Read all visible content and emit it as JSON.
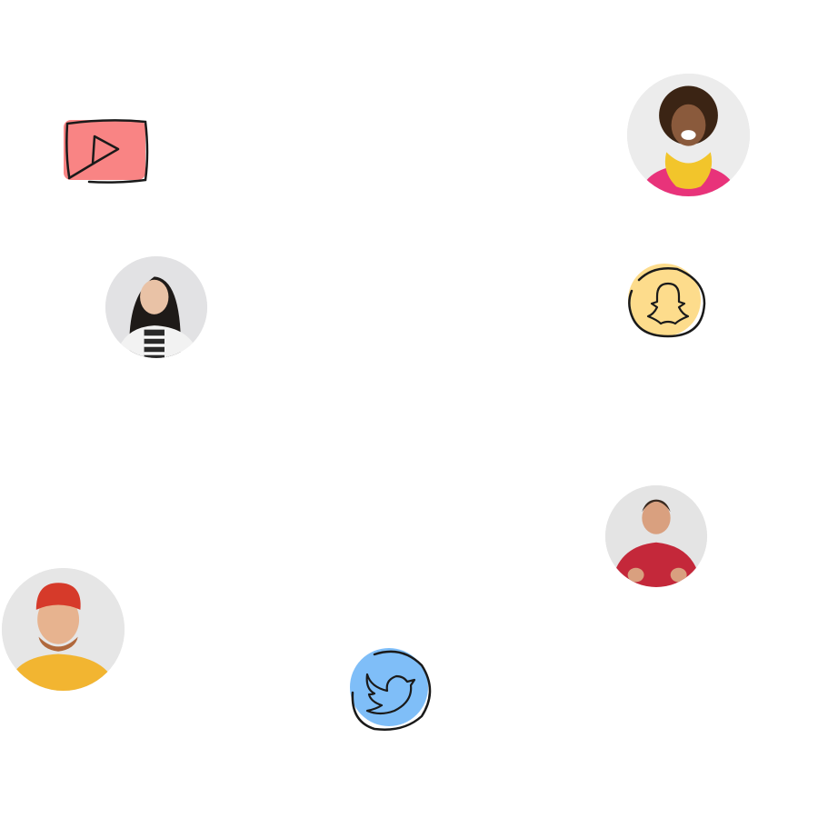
{
  "icons": {
    "youtube": {
      "name": "youtube-icon",
      "fill": "#f98484",
      "stroke": "#1a1a1a"
    },
    "snapchat": {
      "name": "snapchat-icon",
      "fill": "#fddc8c",
      "stroke": "#1a1a1a"
    },
    "twitter": {
      "name": "twitter-icon",
      "fill": "#7fbef8",
      "stroke": "#1a1a1a"
    }
  },
  "avatars": [
    {
      "name": "avatar-curly-hair-woman",
      "shirt": "#e8337a",
      "scarf": "#f2c52b",
      "skin": "#8a5a3c",
      "hair": "#3b2414"
    },
    {
      "name": "avatar-woman-glasses",
      "shirt": "#f2f2f2",
      "skin": "#e9c2a6",
      "hair": "#1e1a18"
    },
    {
      "name": "avatar-man-thumbs-up",
      "shirt": "#c4283a",
      "skin": "#d9a07f",
      "hair": "#3a2a20"
    },
    {
      "name": "avatar-bearded-man",
      "shirt": "#f2b531",
      "skin": "#e7b38f",
      "hair": "#d63a2a"
    }
  ]
}
